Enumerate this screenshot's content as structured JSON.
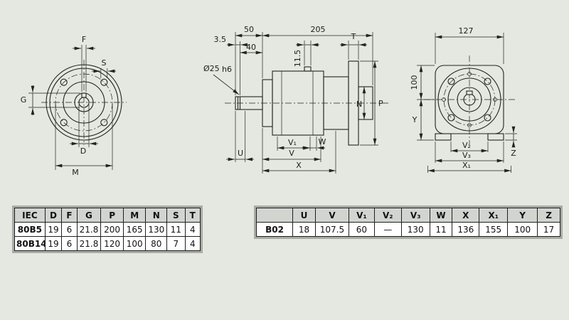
{
  "drawing": {
    "background": "#e4e8e0",
    "line_color": "#23231c",
    "front_view": {
      "f": "F",
      "s": "S",
      "g": "G",
      "d": "D",
      "m": "M"
    },
    "side_view": {
      "len_50": "50",
      "len_205": "205",
      "len_3_5": "3.5",
      "len_40": "40",
      "len_11_5": "11.5",
      "t": "T",
      "shaft_dia": "Ø25",
      "shaft_fit": "h6",
      "n": "N",
      "p": "P",
      "u": "U",
      "v": "V",
      "v1": "V₁",
      "w": "W",
      "x": "X"
    },
    "end_view": {
      "len_127": "127",
      "len_100": "100",
      "y": "Y",
      "v2": "V₂",
      "v3": "V₃",
      "x1": "X₁",
      "z": "Z"
    }
  },
  "iec_table": {
    "headers": [
      "IEC",
      "D",
      "F",
      "G",
      "P",
      "M",
      "N",
      "S",
      "T"
    ],
    "rows": [
      {
        "name": "80B5",
        "values": [
          "19",
          "6",
          "21.8",
          "200",
          "165",
          "130",
          "11",
          "4"
        ]
      },
      {
        "name": "80B14",
        "values": [
          "19",
          "6",
          "21.8",
          "120",
          "100",
          "80",
          "7",
          "4"
        ]
      }
    ]
  },
  "dim_table": {
    "headers": [
      "",
      "U",
      "V",
      "V₁",
      "V₂",
      "V₃",
      "W",
      "X",
      "X₁",
      "Y",
      "Z"
    ],
    "rows": [
      {
        "name": "B02",
        "values": [
          "18",
          "107.5",
          "60",
          "—",
          "130",
          "11",
          "136",
          "155",
          "100",
          "17"
        ]
      }
    ]
  }
}
